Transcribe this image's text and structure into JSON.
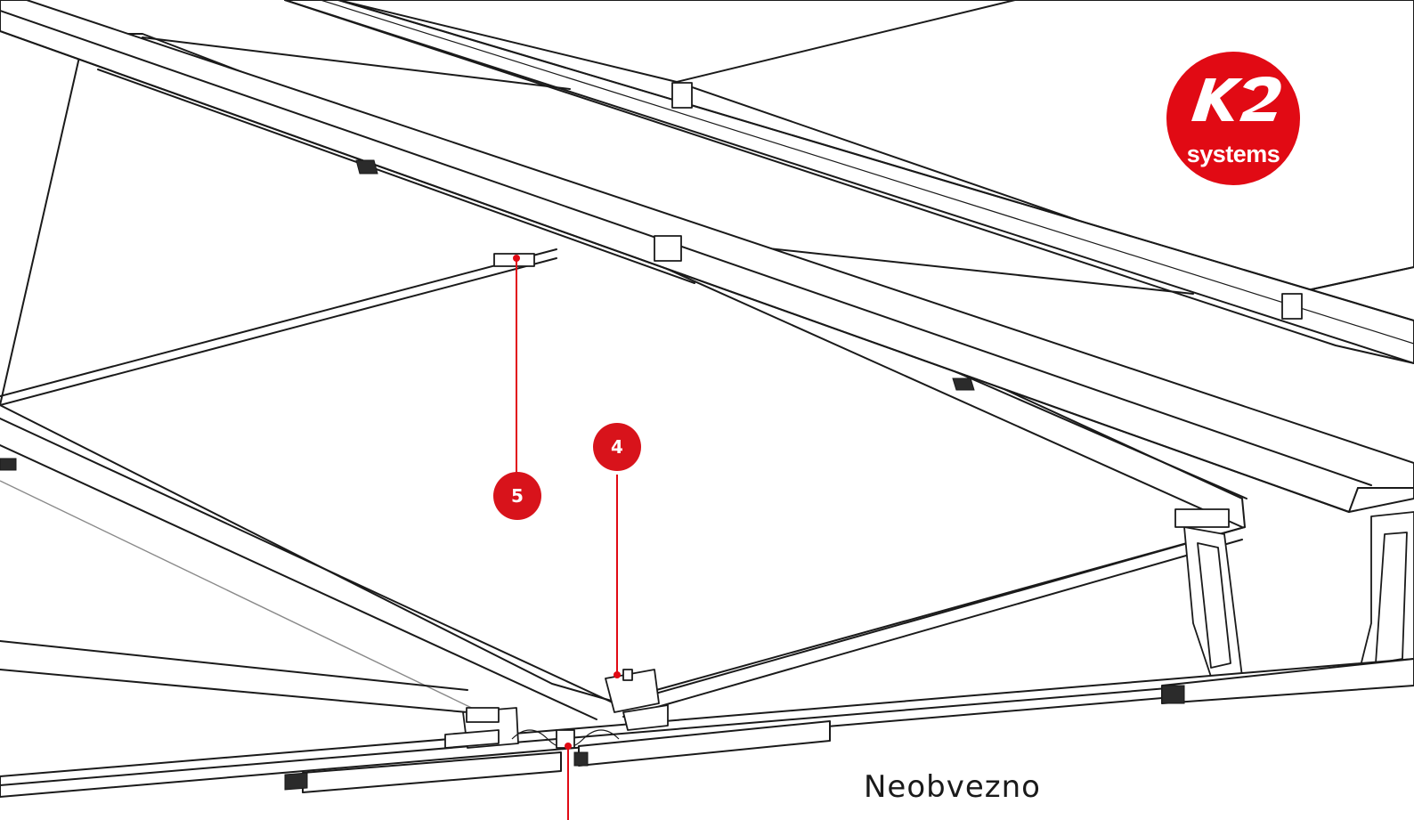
{
  "logo": {
    "brand": "K2",
    "word": "systems",
    "color": "#e10a14"
  },
  "callouts": [
    {
      "label": "5"
    },
    {
      "label": "4"
    }
  ],
  "note": "Neobvezno",
  "accent_color": "#d8131b"
}
